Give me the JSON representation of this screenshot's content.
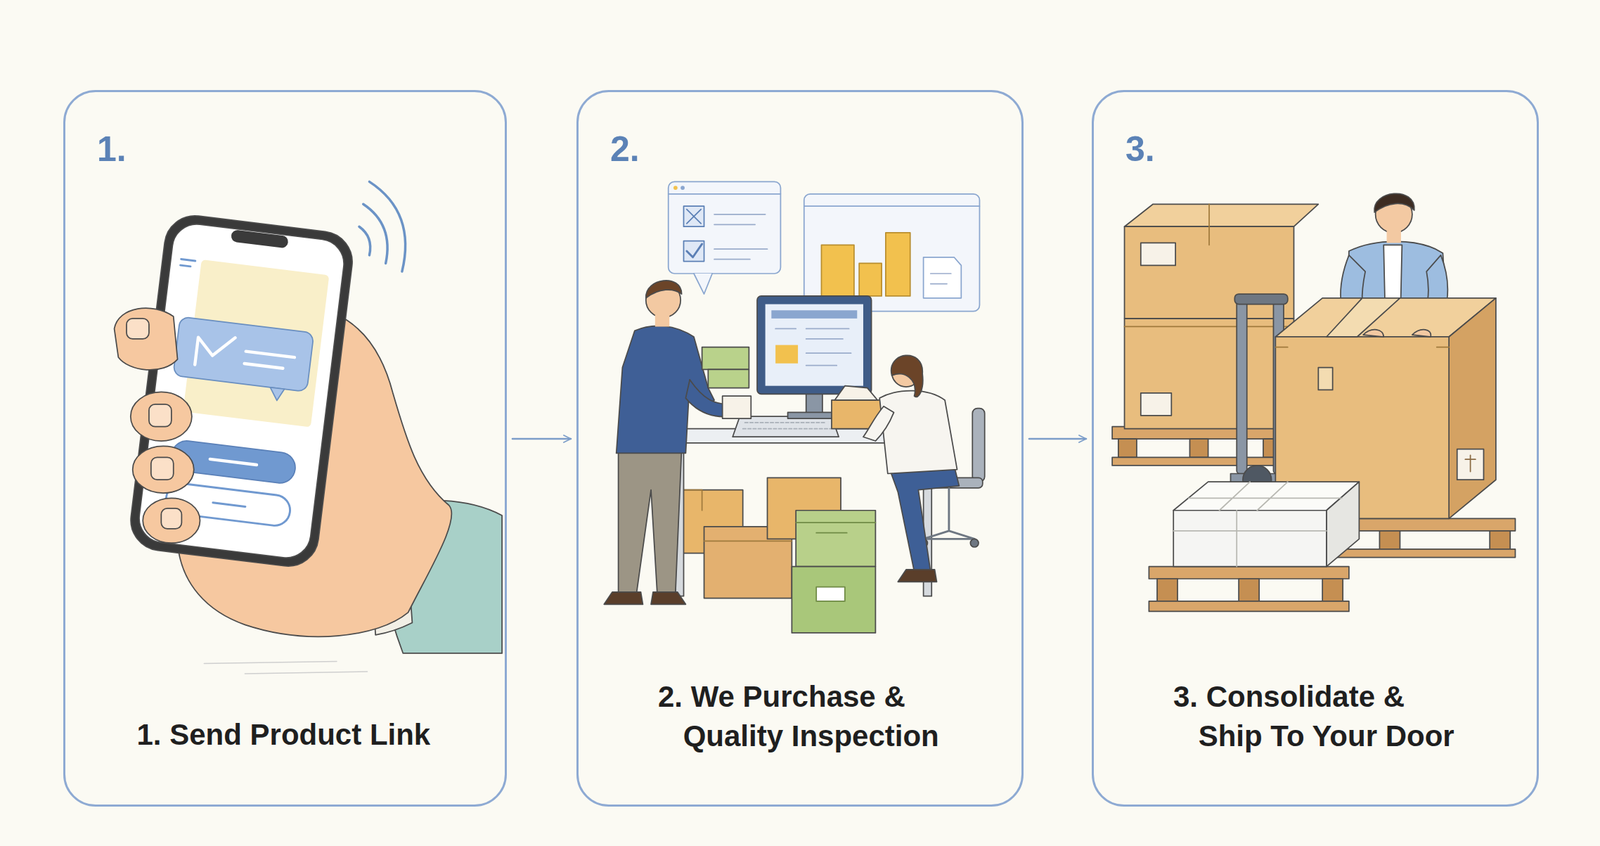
{
  "diagram": {
    "nodes": [
      {
        "text": [
          "1.",
          "1. Send Product Link"
        ]
      },
      {
        "text": [
          "2.",
          "2. We Purchase & Quality Inspection"
        ]
      },
      {
        "text": [
          "3.",
          "3. Consolidate & Ship To Your Door"
        ]
      }
    ],
    "edges": [
      {
        "from": 0,
        "to": 1,
        "arrow": "to"
      },
      {
        "from": 1,
        "to": 2,
        "arrow": "to"
      }
    ]
  }
}
